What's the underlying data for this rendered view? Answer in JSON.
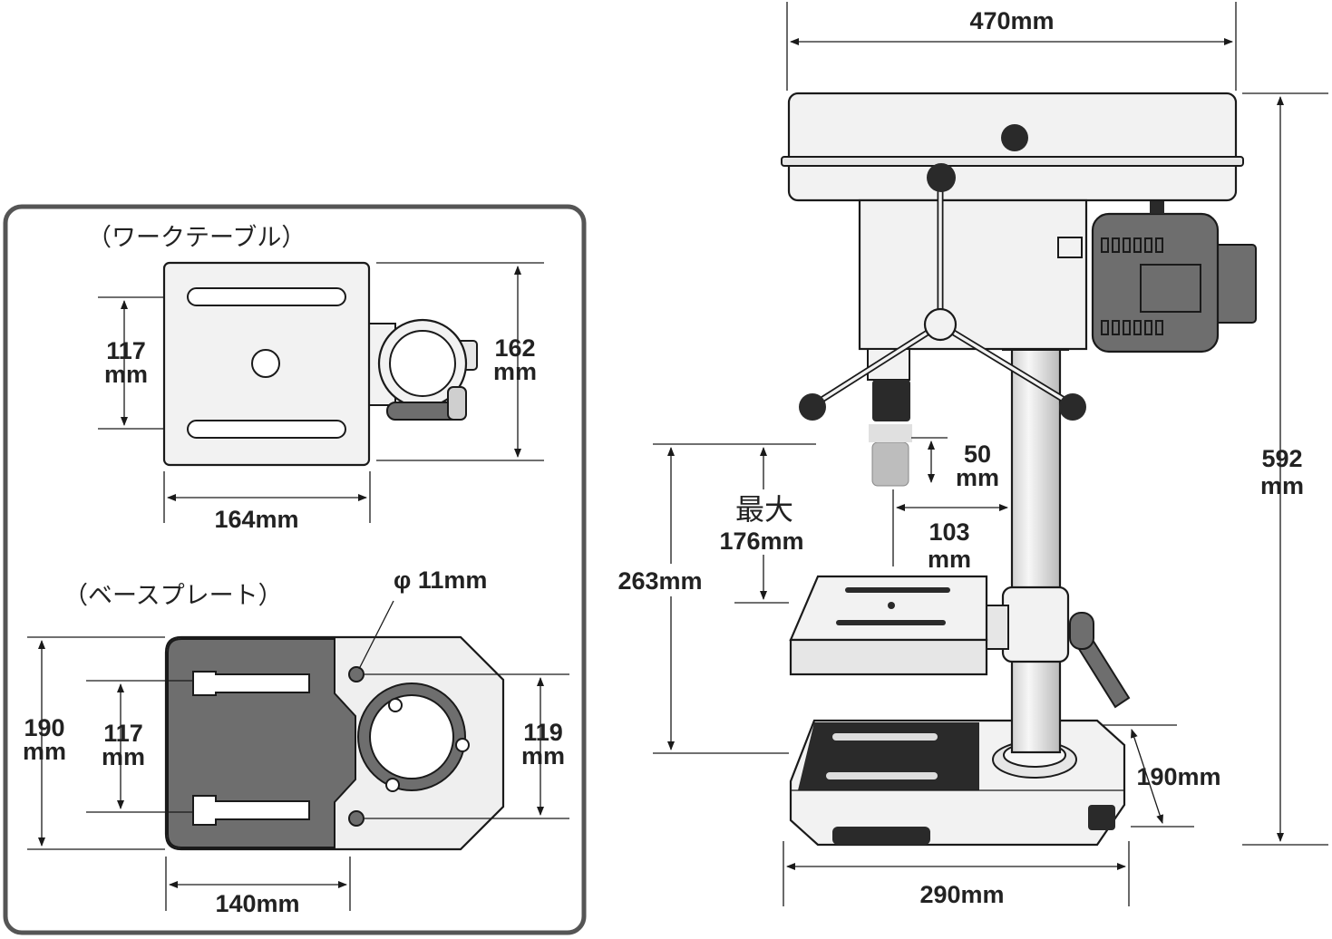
{
  "colors": {
    "line": "#1a1a1a",
    "light_fill": "#f2f2f2",
    "mid_fill": "#e6e6e6",
    "dark_fill": "#6e6e6e",
    "black_fill": "#2a2a2a",
    "panel_border": "#555555"
  },
  "work_table": {
    "title": "（ワークテーブル）",
    "width": "164mm",
    "depth": "162",
    "depth_unit": "mm",
    "slot_pitch": "117",
    "slot_pitch_unit": "mm"
  },
  "base_plate": {
    "title": "（ベースプレート）",
    "hole_dia": "φ 11mm",
    "depth": "190",
    "depth_unit": "mm",
    "slot_pitch": "117",
    "slot_pitch_unit": "mm",
    "hole_pitch": "119",
    "hole_pitch_unit": "mm",
    "width": "140mm"
  },
  "machine": {
    "width": "470mm",
    "height": "592",
    "height_unit": "mm",
    "stroke": "50",
    "stroke_unit": "mm",
    "max_label": "最大",
    "max_gap": "176mm",
    "throat": "103",
    "throat_unit": "mm",
    "chuck_to_base": "263mm",
    "base_depth": "190mm",
    "base_width": "290mm"
  }
}
